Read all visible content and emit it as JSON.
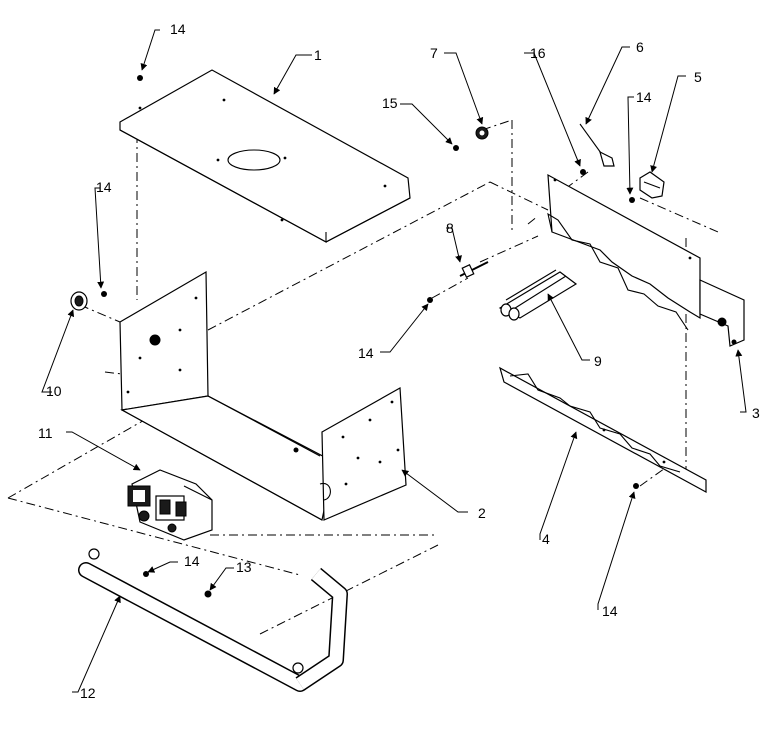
{
  "diagram": {
    "callouts": {
      "c1": "1",
      "c2": "2",
      "c3": "3",
      "c4": "4",
      "c5": "5",
      "c6": "6",
      "c7": "7",
      "c8": "8",
      "c9": "9",
      "c10": "10",
      "c11": "11",
      "c12": "12",
      "c13": "13",
      "c14a": "14",
      "c14b": "14",
      "c14c": "14",
      "c14d": "14",
      "c14e": "14",
      "c14f": "14",
      "c15": "15",
      "c16": "16"
    }
  }
}
